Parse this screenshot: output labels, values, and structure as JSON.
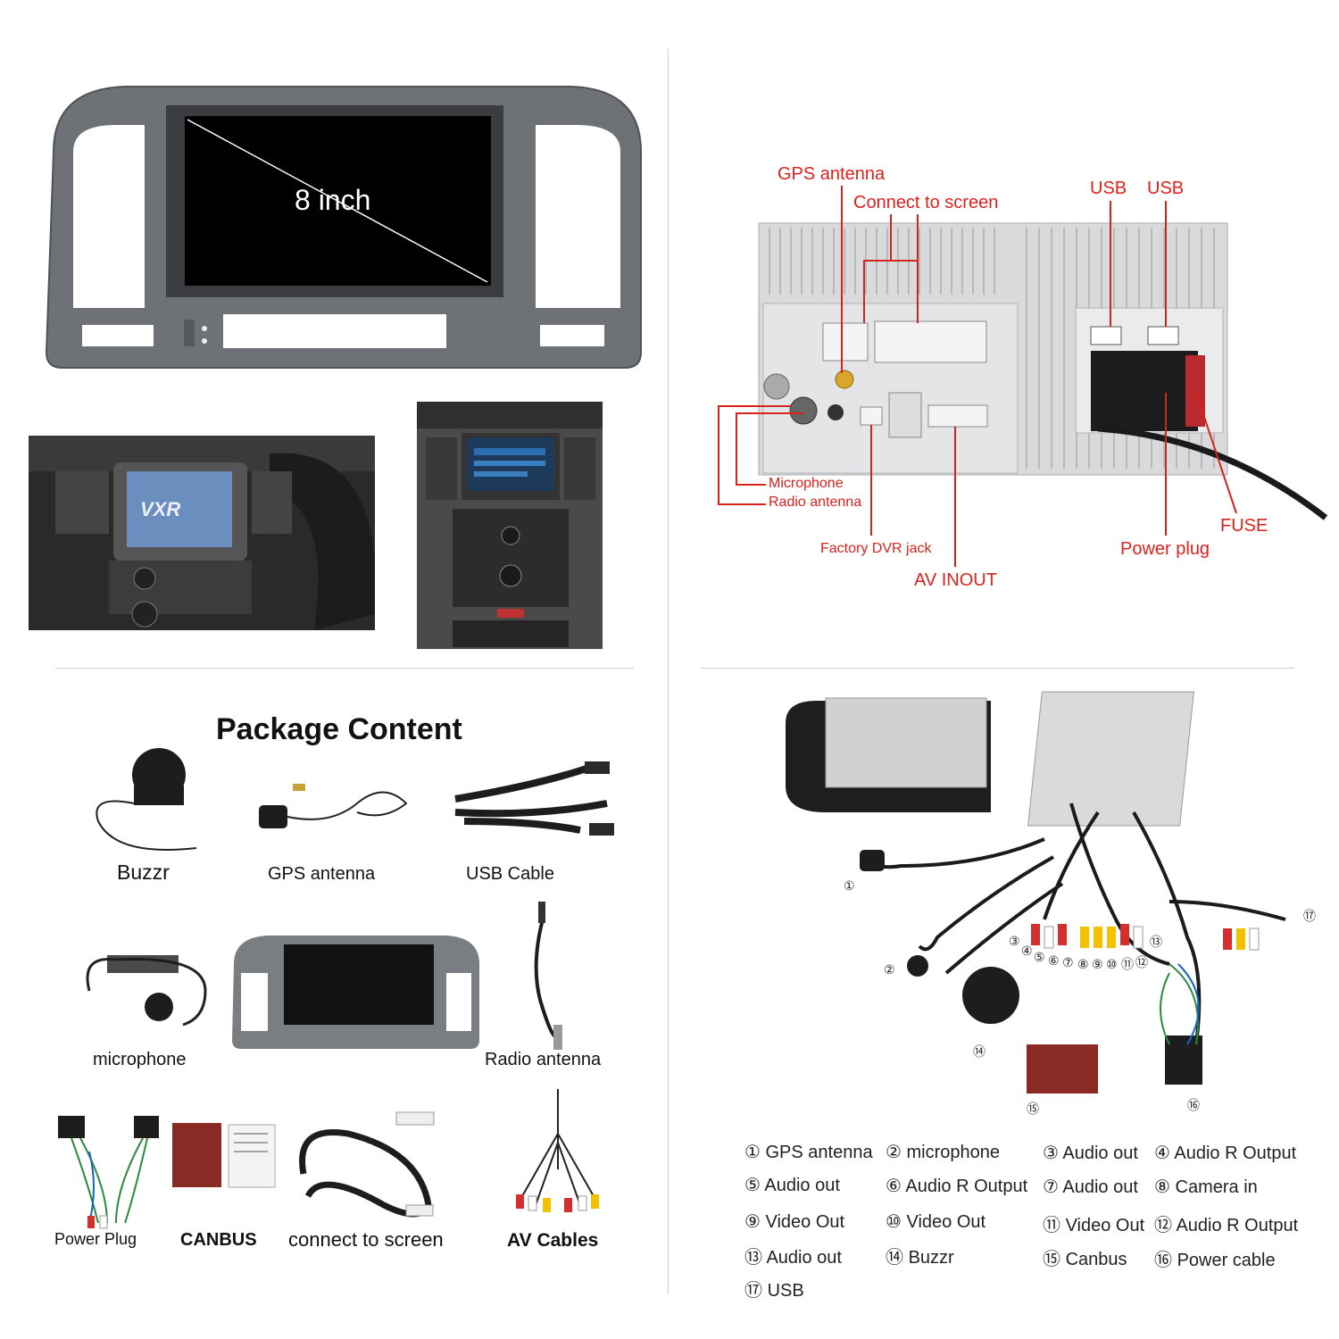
{
  "top_left": {
    "screen_size_label": "8 inch"
  },
  "top_right": {
    "labels": {
      "gps_antenna": "GPS antenna",
      "connect_to_screen": "Connect to screen",
      "usb_1": "USB",
      "usb_2": "USB",
      "microphone": "Microphone",
      "radio_antenna": "Radio antenna",
      "factory_dvr_jack": "Factory DVR jack",
      "av_inout": "AV INOUT",
      "power_plug": "Power plug",
      "fuse": "FUSE"
    },
    "colors": {
      "label": "#d8231d"
    }
  },
  "bottom_left": {
    "title": "Package Content",
    "items": {
      "buzzr": "Buzzr",
      "gps_antenna": "GPS antenna",
      "usb_cable": "USB Cable",
      "microphone": "microphone",
      "radio_antenna": "Radio antenna",
      "power_plug": "Power Plug",
      "canbus": "CANBUS",
      "connect_to_screen": "connect to screen",
      "av_cables": "AV Cables"
    }
  },
  "bottom_right": {
    "legend": [
      {
        "n": "①",
        "text": "GPS antenna"
      },
      {
        "n": "②",
        "text": "microphone"
      },
      {
        "n": "③",
        "text": "Audio out"
      },
      {
        "n": "④",
        "text": "Audio R Output"
      },
      {
        "n": "⑤",
        "text": "Audio out"
      },
      {
        "n": "⑥",
        "text": "Audio R Output"
      },
      {
        "n": "⑦",
        "text": "Audio out"
      },
      {
        "n": "⑧",
        "text": "Camera in"
      },
      {
        "n": "⑨",
        "text": "Video Out"
      },
      {
        "n": "⑩",
        "text": "Video Out"
      },
      {
        "n": "⑪",
        "text": "Video Out"
      },
      {
        "n": "⑫",
        "text": "Audio R Output"
      },
      {
        "n": "⑬",
        "text": "Audio out"
      },
      {
        "n": "⑭",
        "text": "Buzzr"
      },
      {
        "n": "⑮",
        "text": "Canbus"
      },
      {
        "n": "⑯",
        "text": "Power cable"
      },
      {
        "n": "⑰",
        "text": "USB"
      }
    ],
    "callouts": [
      "①",
      "②",
      "③",
      "④",
      "⑤",
      "⑥",
      "⑦",
      "⑧",
      "⑨",
      "⑩",
      "⑪",
      "⑫",
      "⑬",
      "⑭",
      "⑮",
      "⑯",
      "⑰"
    ]
  }
}
